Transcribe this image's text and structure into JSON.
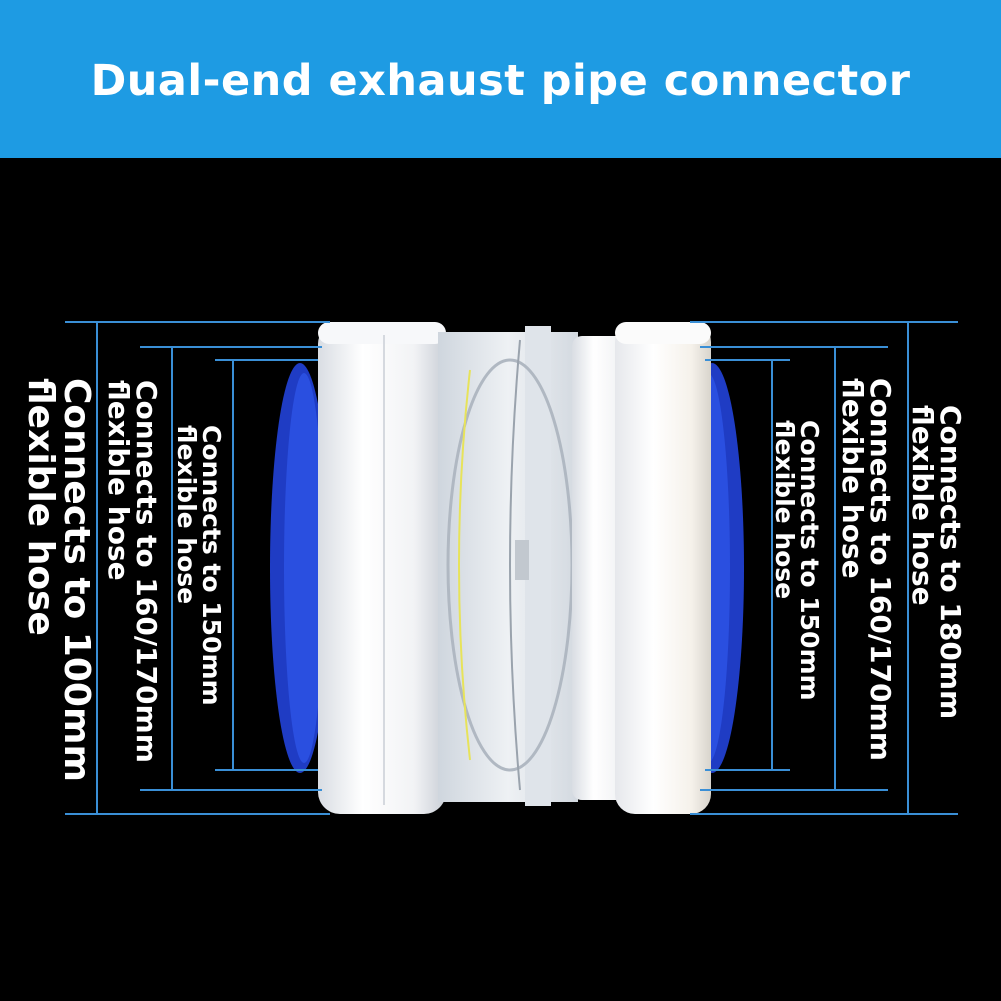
{
  "title": "Dual-end exhaust pipe connector",
  "colors": {
    "banner": "#1e9be3",
    "dimension_lines": "#3a8fd6",
    "seal_blue": "#1f3cc4"
  },
  "labels": {
    "left_100": {
      "line1": "Connects to 100mm",
      "line2": "flexible hose"
    },
    "left_160": {
      "line1": "Connects to 160/170mm",
      "line2": "flexible hose"
    },
    "left_150": {
      "line1": "Connects to 150mm",
      "line2": "flexible hose"
    },
    "right_150": {
      "line1": "Connects to 150mm",
      "line2": "flexible hose"
    },
    "right_160": {
      "line1": "Connects to 160/170mm",
      "line2": "flexible hose"
    },
    "right_180": {
      "line1": "Connects to 180mm",
      "line2": "flexible hose"
    }
  }
}
